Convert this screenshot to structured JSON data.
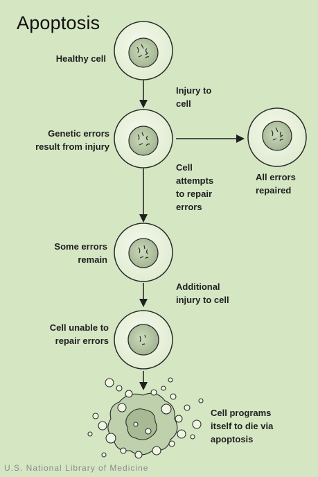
{
  "title": "Apoptosis",
  "credit": "U.S. National Library of Medicine",
  "stages": {
    "healthy": "Healthy cell",
    "genetic_errors": "Genetic errors\nresult from injury",
    "some_errors": "Some errors\nremain",
    "unable": "Cell unable to\nrepair errors"
  },
  "transitions": {
    "injury": "Injury to\ncell",
    "repair_attempt": "Cell\nattempts\nto repair\nerrors",
    "additional": "Additional\ninjury to cell"
  },
  "outcomes": {
    "repaired": "All errors\nrepaired",
    "apoptosis": "Cell programs\nitself to die via\napoptosis"
  },
  "colors": {
    "background": "#d5e6c3",
    "cell_outer": "#eef5e2",
    "nucleus": "#b9c9aa",
    "outline": "#2b2b2b"
  }
}
